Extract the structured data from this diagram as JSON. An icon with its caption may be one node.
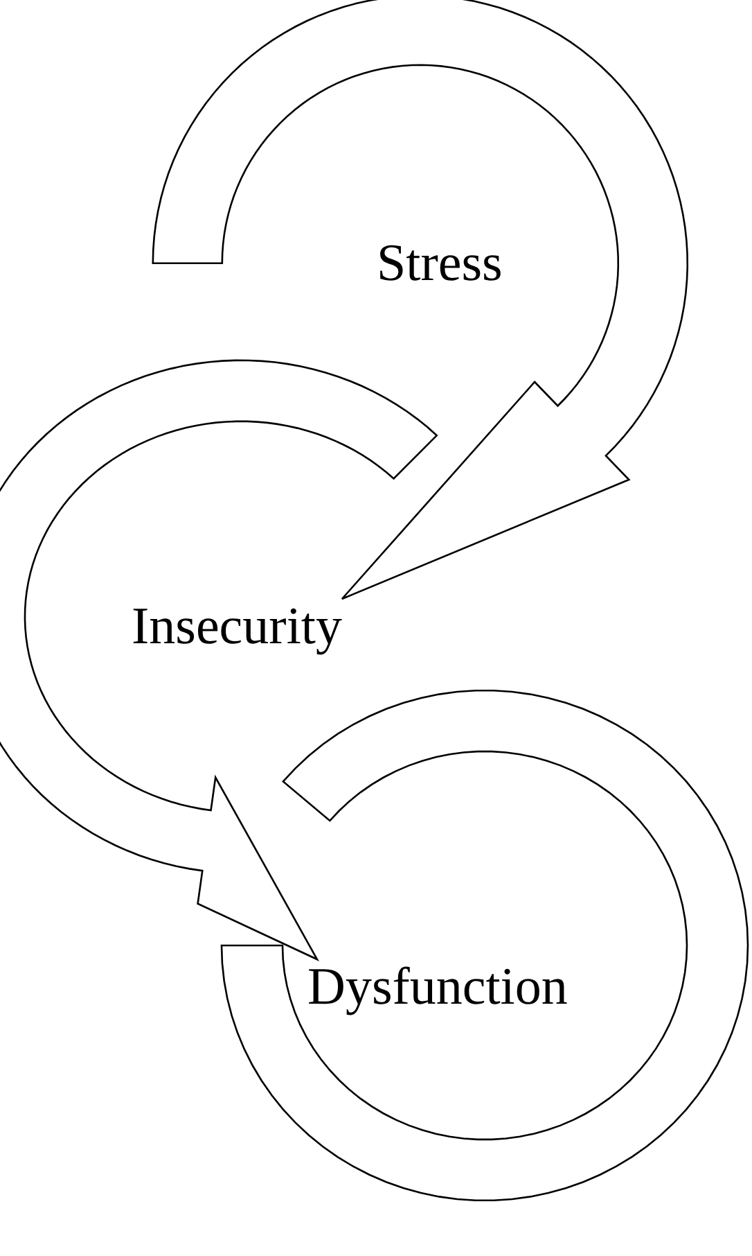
{
  "diagram": {
    "nodes": [
      {
        "text": [
          "Stress"
        ]
      },
      {
        "text": [
          "Insecurity"
        ]
      },
      {
        "text": [
          "Dysfunction"
        ]
      }
    ],
    "edges": [
      {
        "from": 0,
        "to": 1,
        "arrow": "to"
      },
      {
        "from": 1,
        "to": 2,
        "arrow": "to"
      }
    ]
  }
}
